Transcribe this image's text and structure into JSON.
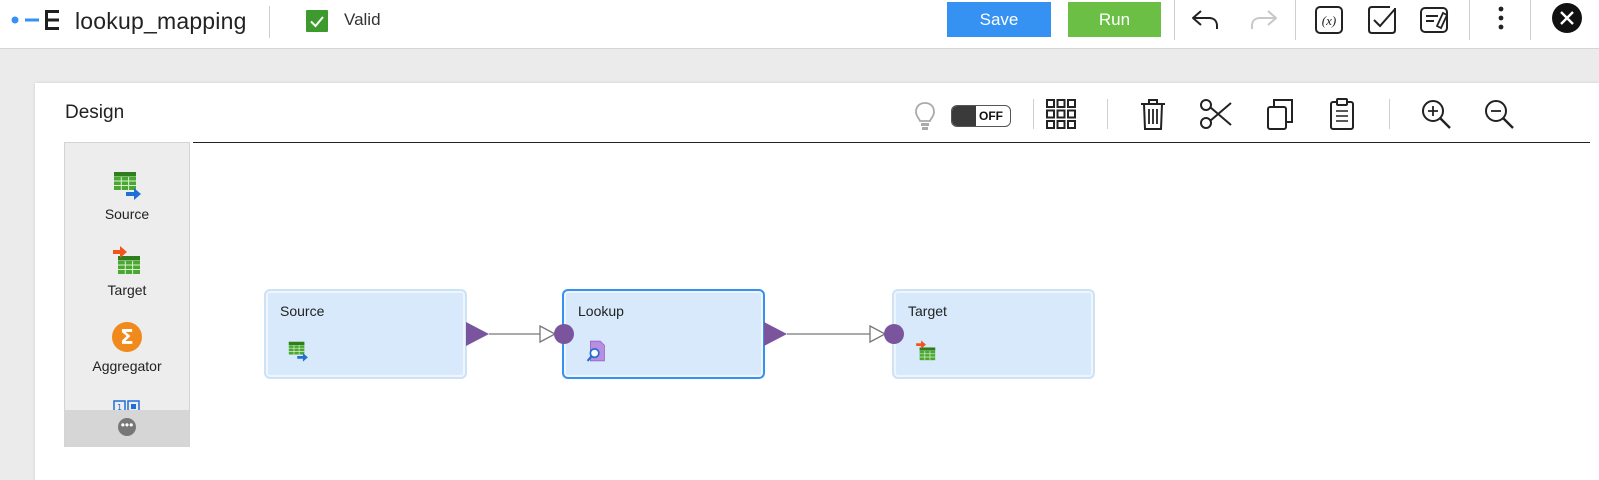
{
  "header": {
    "title": "lookup_mapping",
    "status": "Valid",
    "save_label": "Save",
    "run_label": "Run"
  },
  "panel": {
    "title": "Design",
    "toggle_label": "OFF"
  },
  "palette": {
    "items": [
      {
        "label": "Source",
        "icon": "source-table-icon"
      },
      {
        "label": "Target",
        "icon": "target-table-icon"
      },
      {
        "label": "Aggregator",
        "icon": "sigma-icon"
      }
    ]
  },
  "canvas": {
    "nodes": [
      {
        "label": "Source",
        "icon": "source-table-icon",
        "selected": false
      },
      {
        "label": "Lookup",
        "icon": "lookup-icon",
        "selected": true
      },
      {
        "label": "Target",
        "icon": "target-table-icon",
        "selected": false
      }
    ]
  },
  "colors": {
    "save": "#3592f2",
    "run": "#6bbf44",
    "valid": "#3c9b2c",
    "port": "#7a559e",
    "node_bg": "#d7e9fb",
    "selected_border": "#3592f2",
    "aggregator": "#f08a1c"
  }
}
